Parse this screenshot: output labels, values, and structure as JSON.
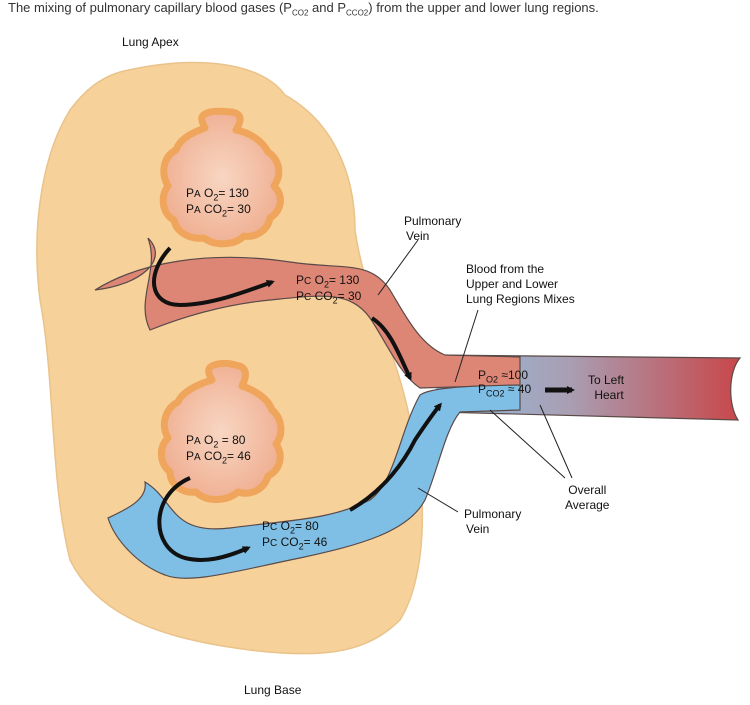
{
  "caption": {
    "prefix": "The mixing of pulmonary capillary blood gases (P",
    "sub1": "CO",
    "sub1b": "2",
    "mid": " and P",
    "sub2": "CCO",
    "sub2b": "2",
    "suffix": ") from the upper and lower lung regions."
  },
  "labels": {
    "lung_apex": "Lung Apex",
    "lung_base": "Lung Base",
    "pulmonary_vein_top_1": "Pulmonary",
    "pulmonary_vein_top_2": "Vein",
    "blood_mix_1": "Blood from the",
    "blood_mix_2": "Upper and Lower",
    "blood_mix_3": "Lung Regions Mixes",
    "to_left_1": "To Left",
    "to_left_2": "Heart",
    "overall_1": "Overall",
    "overall_2": "Average",
    "pulmonary_vein_bottom_1": "Pulmonary",
    "pulmonary_vein_bottom_2": "Vein"
  },
  "upper_alveolus": {
    "p": "P",
    "a": "A",
    "o2": "O",
    "o2_sub": "2",
    "o2_value": "= 130",
    "co2": "CO",
    "co2_sub": "2",
    "co2_value": "= 30"
  },
  "upper_capillary": {
    "p": "P",
    "c": "C",
    "o2": "O",
    "o2_sub": "2",
    "o2_value": "= 130",
    "co2": "CO",
    "co2_sub": "2",
    "co2_value": "= 30"
  },
  "lower_alveolus": {
    "p": "P",
    "a": "A",
    "o2": "O",
    "o2_sub": "2",
    "o2_value": " = 80",
    "co2": "CO",
    "co2_sub": "2",
    "co2_value": "= 46"
  },
  "lower_capillary": {
    "p": "P",
    "c": "C",
    "o2": "O",
    "o2_sub": "2",
    "o2_value": "= 80",
    "co2": "CO",
    "co2_sub": "2",
    "co2_value": "= 46"
  },
  "mixed": {
    "p1": "P",
    "o2": "O",
    "o2_sub": "2",
    "o2_value": " ≈100",
    "p2": "P",
    "co2": "CO",
    "co2_sub": "2",
    "co2_value": " ≈ 40"
  },
  "colors": {
    "lung": "#f6d19a",
    "lung_stroke": "#e9b36a",
    "upper_vessel": "#dd8676",
    "lower_vessel": "#7fbfe6",
    "vessel_stroke": "#5a4a48",
    "alveolus_outer": "#f0a55c",
    "alveolus_inner": "#f5c6b0",
    "arrow": "#111111"
  },
  "icons": [
    "arrow-upper-curve-icon",
    "arrow-upper-down-icon",
    "arrow-lower-curve-icon",
    "arrow-lower-up-icon",
    "arrow-to-heart-icon"
  ]
}
